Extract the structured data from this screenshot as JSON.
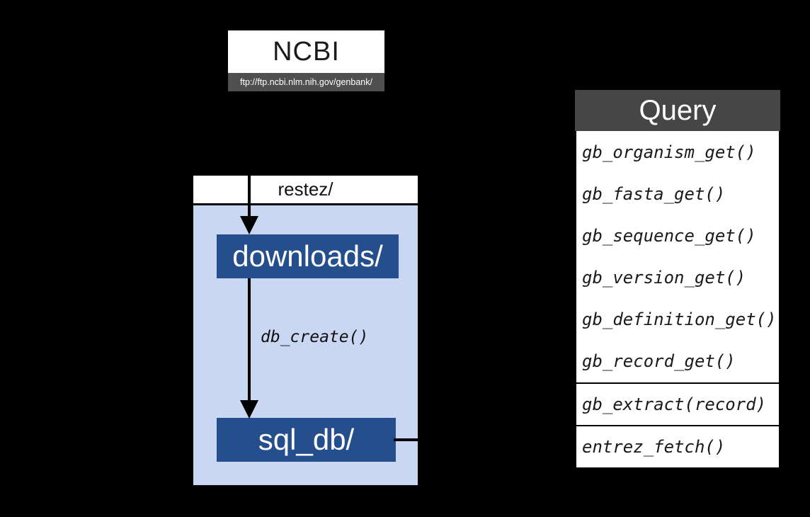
{
  "ncbi": {
    "title": "NCBI",
    "url": "ftp://ftp.ncbi.nlm.nih.gov/genbank/"
  },
  "restez": {
    "folder_label": "restez/",
    "downloads_label": "downloads/",
    "sql_db_label": "sql_db/",
    "create_function": "db_create()"
  },
  "query": {
    "title": "Query",
    "get_functions": [
      "gb_organism_get()",
      "gb_fasta_get()",
      "gb_sequence_get()",
      "gb_version_get()",
      "gb_definition_get()",
      "gb_record_get()"
    ],
    "extract_function": "gb_extract(record)",
    "entrez_function": "entrez_fetch()"
  },
  "colors": {
    "background": "#000000",
    "box_blue": "#254f8c",
    "panel_light_blue": "#cad7f2",
    "header_gray": "#464646",
    "url_bar_gray": "#4f4f4f"
  }
}
